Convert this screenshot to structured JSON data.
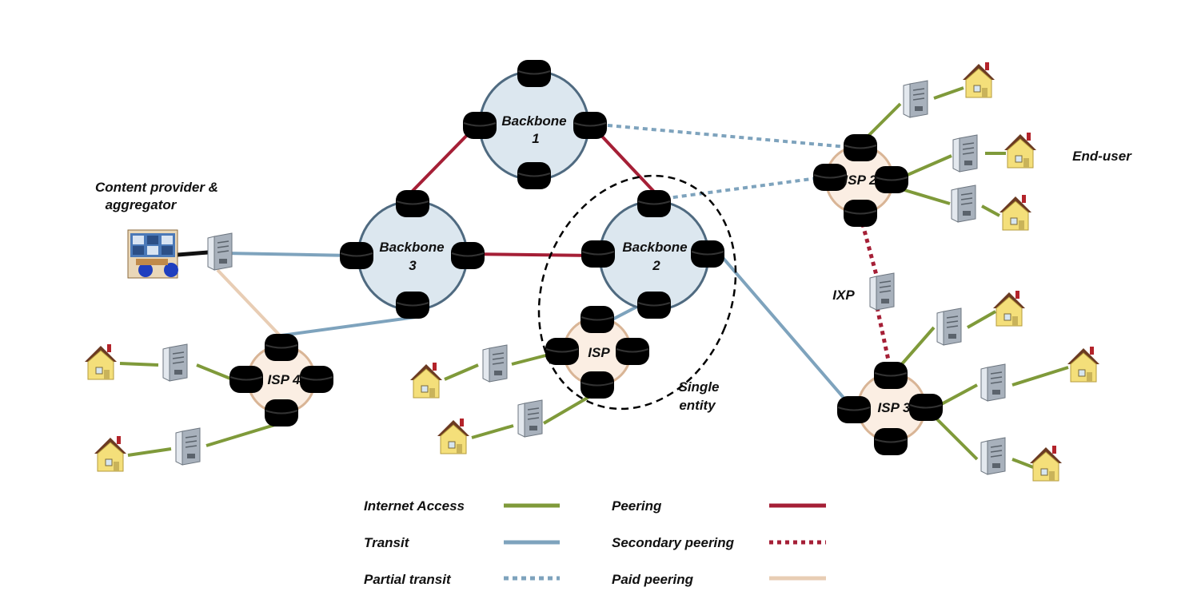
{
  "diagram": {
    "backbones": [
      {
        "id": "backbone-1",
        "line1": "Backbone",
        "line2": "1"
      },
      {
        "id": "backbone-2",
        "line1": "Backbone",
        "line2": "2"
      },
      {
        "id": "backbone-3",
        "line1": "Backbone",
        "line2": "3"
      }
    ],
    "isps": [
      {
        "id": "isp-2",
        "label": "ISP 2"
      },
      {
        "id": "isp-3",
        "label": "ISP 3"
      },
      {
        "id": "isp-4",
        "label": "ISP 4"
      },
      {
        "id": "isp-center",
        "label": "ISP"
      }
    ],
    "labels": {
      "content_provider_line1": "Content  provider &",
      "content_provider_line2": "aggregator",
      "end_user": "End-user",
      "ixp": "IXP",
      "single_entity_line1": "Single",
      "single_entity_line2": "entity"
    },
    "legend": [
      {
        "label": "Internet Access",
        "style": "solid",
        "color": "#7f9a3a"
      },
      {
        "label": "Transit",
        "style": "solid",
        "color": "#7ea3bd"
      },
      {
        "label": "Partial transit",
        "style": "dotted",
        "color": "#7ea3bd"
      },
      {
        "label": "Peering",
        "style": "solid",
        "color": "#a51f36"
      },
      {
        "label": "Secondary peering",
        "style": "dotted",
        "color": "#a51f36"
      },
      {
        "label": "Paid peering",
        "style": "solid",
        "color": "#e8cdb4"
      }
    ],
    "colors": {
      "backbone_fill": "#dce7ef",
      "backbone_stroke": "#4f6a80",
      "isp_fill": "#fbeee3",
      "isp_stroke": "#d9b596",
      "router": "#000000",
      "house_wall": "#f4df7a",
      "house_roof": "#6b3a22",
      "server": "#c9d0d8"
    }
  }
}
